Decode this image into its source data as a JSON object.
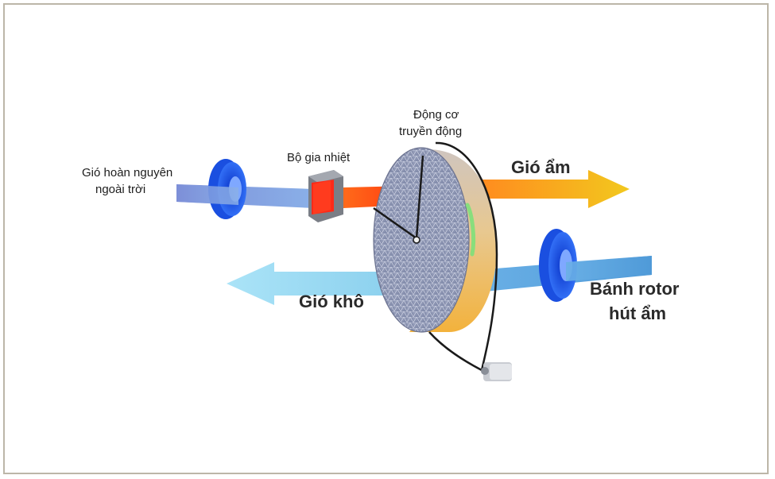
{
  "labels": {
    "return_air_line1": "Gió hoàn nguyên",
    "return_air_line2": "ngoài trời",
    "heater": "Bộ gia nhiệt",
    "motor_line1": "Động cơ",
    "motor_line2": "truyền động",
    "humid_air": "Gió ẩm",
    "dry_air": "Gió khô",
    "rotor_line1": "Bánh rotor",
    "rotor_line2": "hút ẩm"
  },
  "colors": {
    "frame_border": "#bcb6a8",
    "return_air_stream": "#6f8fe0",
    "heated_stream": "#ff5a1a",
    "humid_stream_start": "#ff8a1f",
    "humid_stream_end": "#f2c81e",
    "dry_stream": "#8fd6f2",
    "process_in_stream": "#5ba8e0",
    "fan_blue": "#1e5cf0",
    "rotor_face": "#8c93b0",
    "rotor_rim": "#f2b848",
    "belt": "#1a1a1a"
  }
}
